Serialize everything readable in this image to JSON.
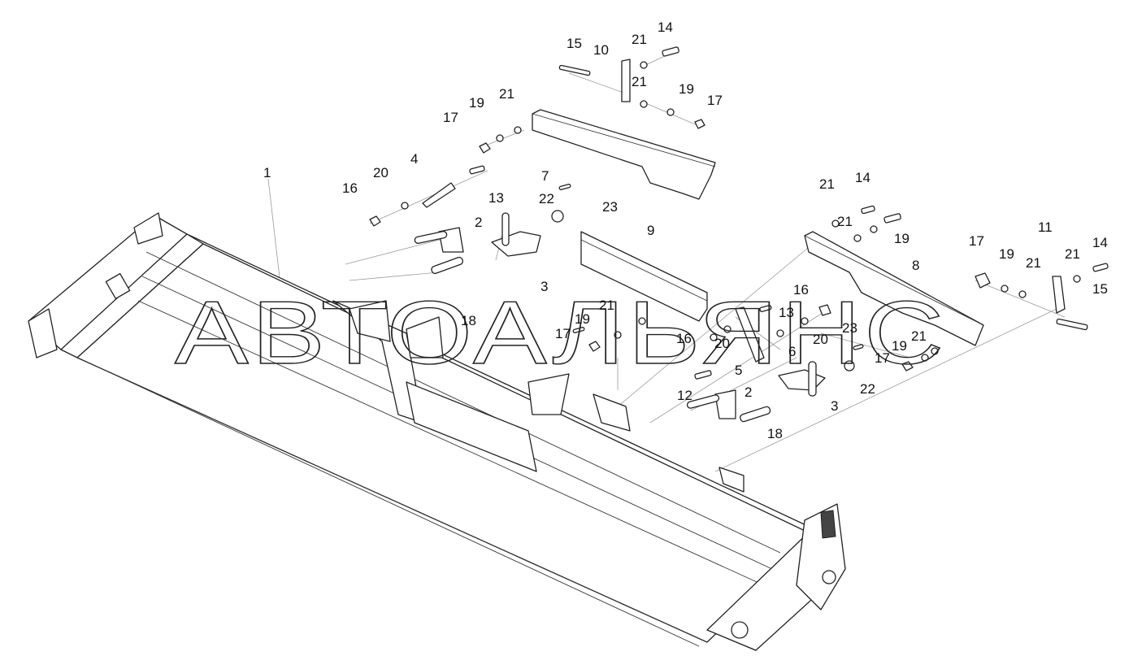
{
  "watermark": "АВТОАЛЬЯНС",
  "colors": {
    "line": "#222222",
    "leader": "#9a9a9a",
    "background": "#ffffff"
  },
  "callouts": [
    "1",
    "2",
    "3",
    "4",
    "5",
    "6",
    "7",
    "8",
    "9",
    "10",
    "11",
    "12",
    "13",
    "14",
    "15",
    "16",
    "17",
    "18",
    "19",
    "20",
    "21",
    "22",
    "23"
  ],
  "labels": [
    "15",
    "10",
    "21",
    "14",
    "21",
    "19",
    "17",
    "19",
    "21",
    "17",
    "1",
    "20",
    "4",
    "16",
    "13",
    "7",
    "22",
    "23",
    "2",
    "3",
    "18",
    "9",
    "21",
    "14",
    "21",
    "19",
    "17",
    "19",
    "21",
    "11",
    "21",
    "14",
    "15",
    "8",
    "16",
    "13",
    "19",
    "21",
    "17",
    "16",
    "20",
    "5",
    "20",
    "23",
    "6",
    "21",
    "19",
    "17",
    "12",
    "2",
    "3",
    "22",
    "18"
  ]
}
